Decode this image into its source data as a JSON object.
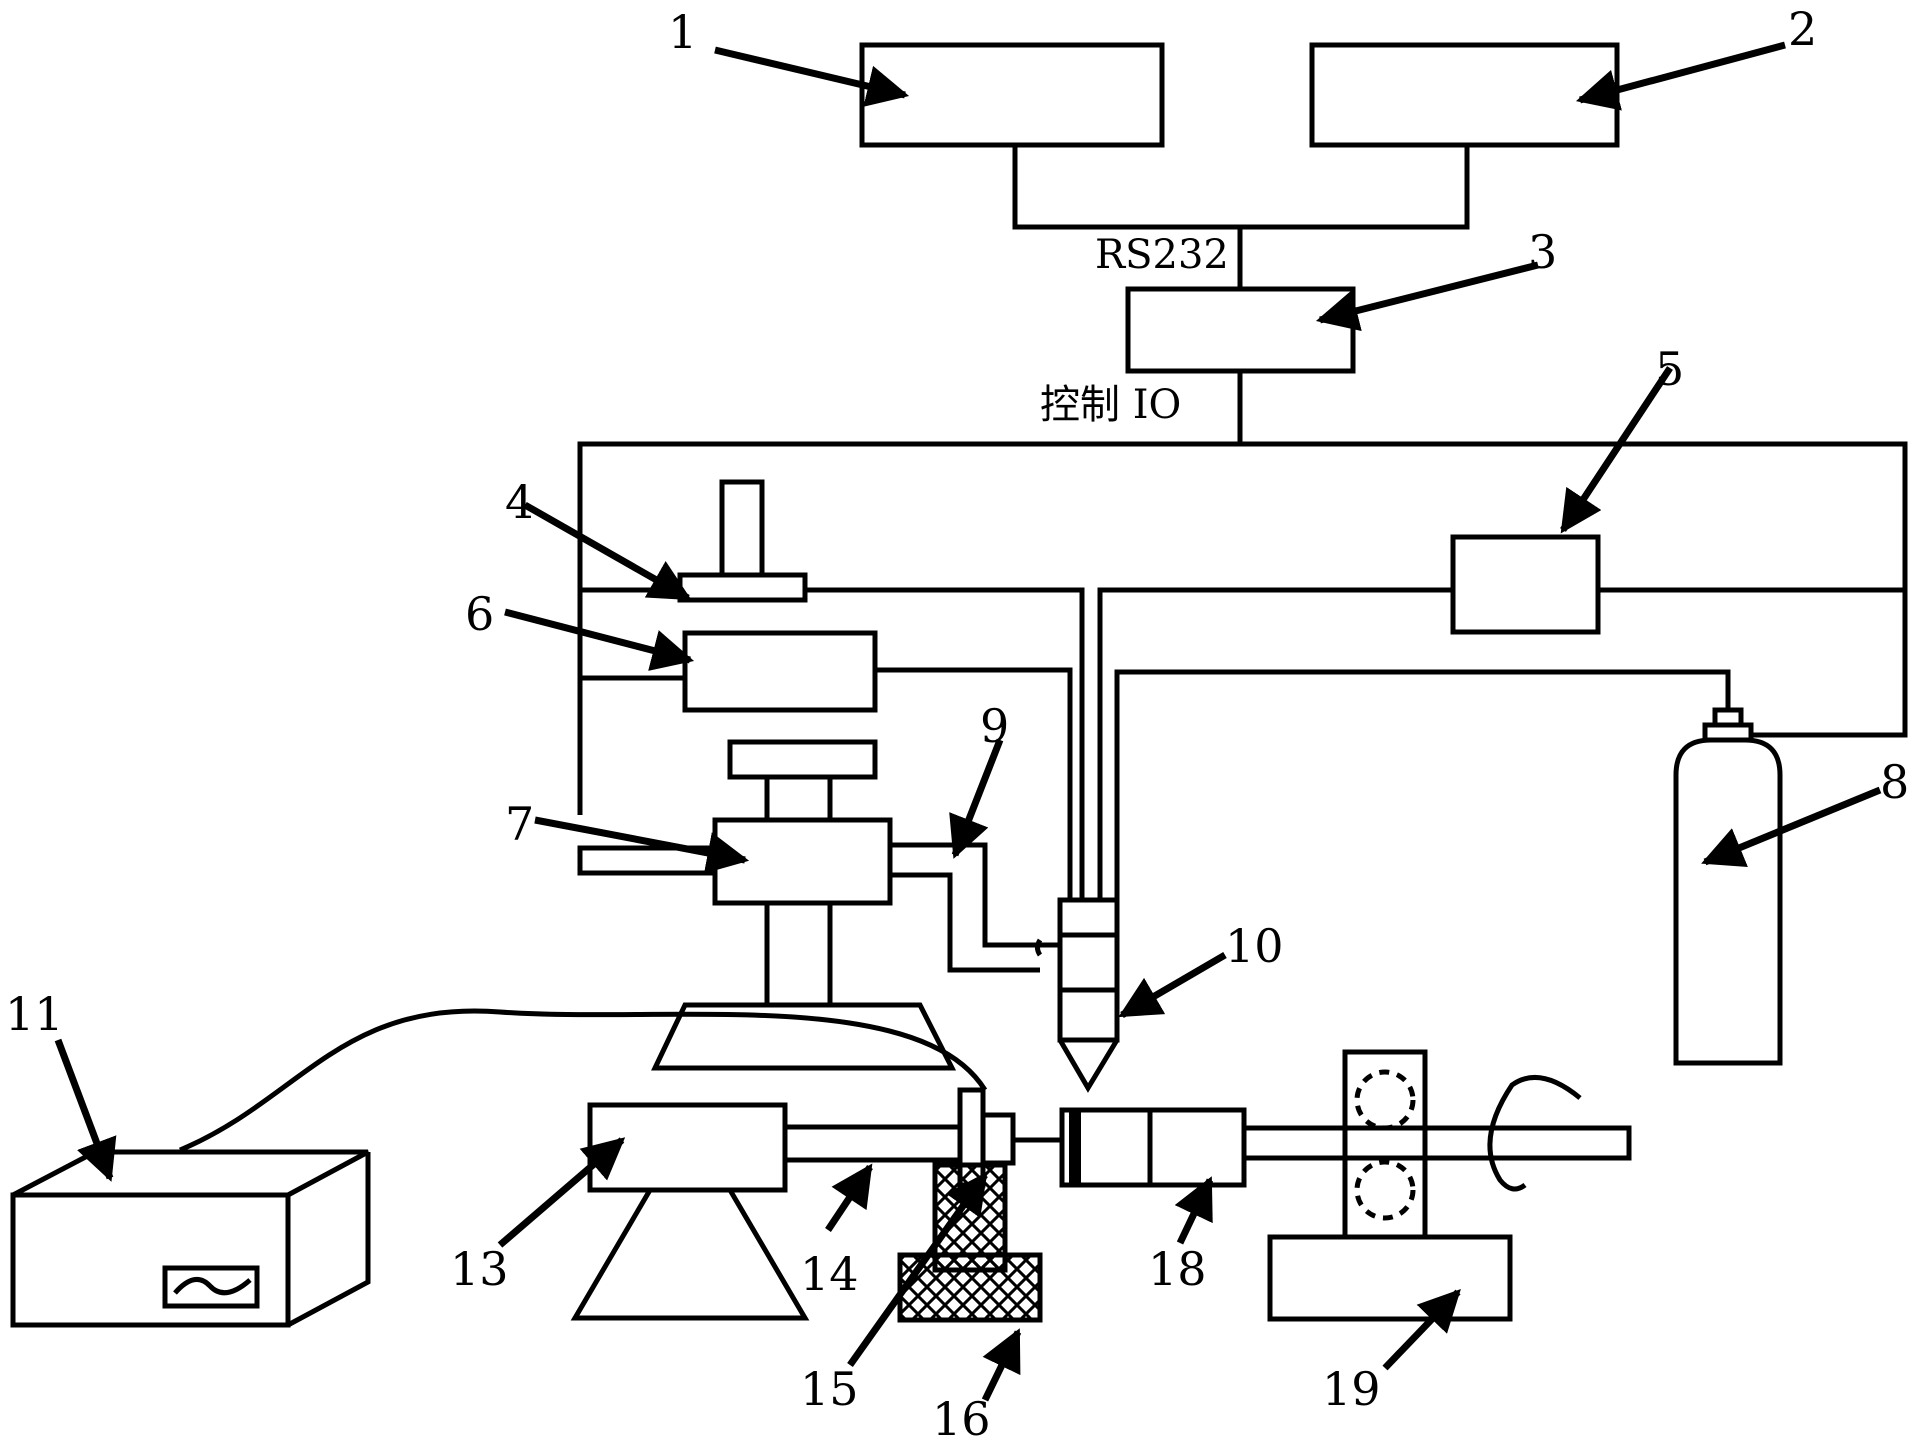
{
  "interface_labels": {
    "rs232": "RS232",
    "control_io": "控制 IO"
  },
  "callouts": [
    "1",
    "2",
    "3",
    "4",
    "5",
    "6",
    "7",
    "8",
    "9",
    "10",
    "11",
    "13",
    "14",
    "15",
    "16",
    "18",
    "19"
  ],
  "colors": {
    "ink": "#000000",
    "paper": "#ffffff"
  }
}
